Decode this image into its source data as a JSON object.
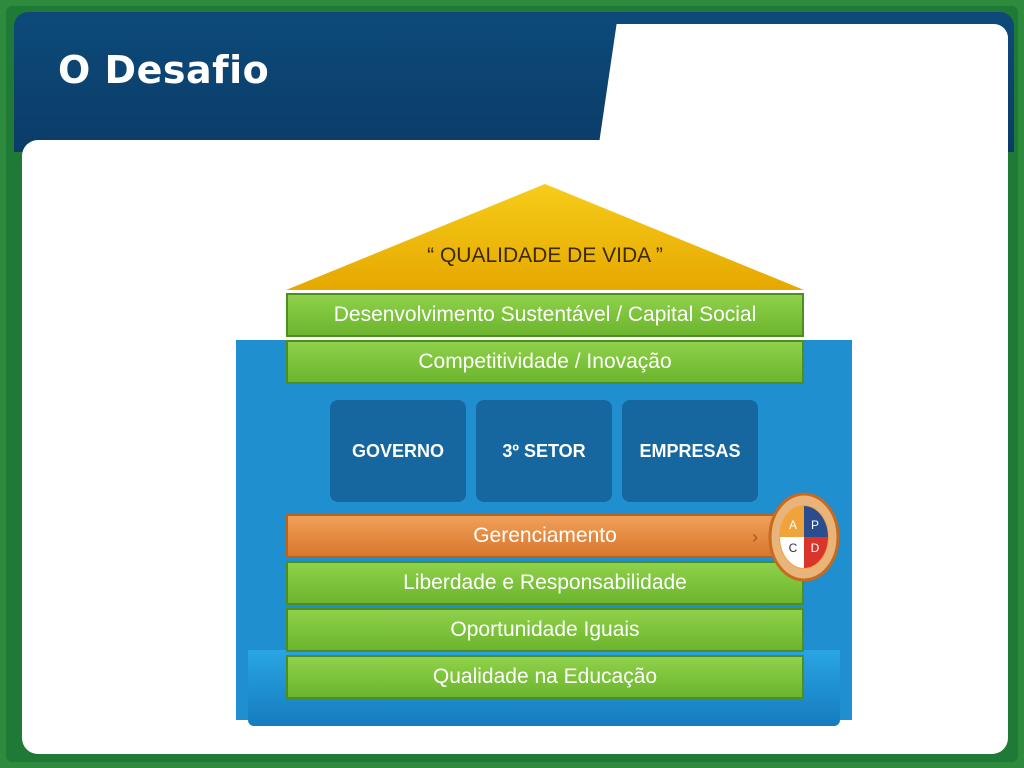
{
  "slide": {
    "title": "O Desafio"
  },
  "house": {
    "roof_label": "“ QUALIDADE DE VIDA ”",
    "upper_bands": [
      "Desenvolvimento Sustentável / Capital Social",
      "Competitividade / Inovação"
    ],
    "actors": [
      "GOVERNO",
      "3º SETOR",
      "EMPRESAS"
    ],
    "management_band": "Gerenciamento",
    "foundation_bands": [
      "Liberdade e Responsabilidade",
      "Oportunidade Iguais",
      "Qualidade na Educação"
    ],
    "pdca": {
      "a": "A",
      "p": "P",
      "c": "C",
      "d": "D"
    }
  },
  "colors": {
    "roof": "#f2c200",
    "green_band": "#7cc23a",
    "orange_band": "#e0873a",
    "actor_box": "#16669f",
    "blue_background": "#1f8fd0",
    "header": "#0b3c68",
    "pdca_p": "#2b4d8f",
    "pdca_d": "#d9352a",
    "pdca_a": "#f0a33a"
  }
}
